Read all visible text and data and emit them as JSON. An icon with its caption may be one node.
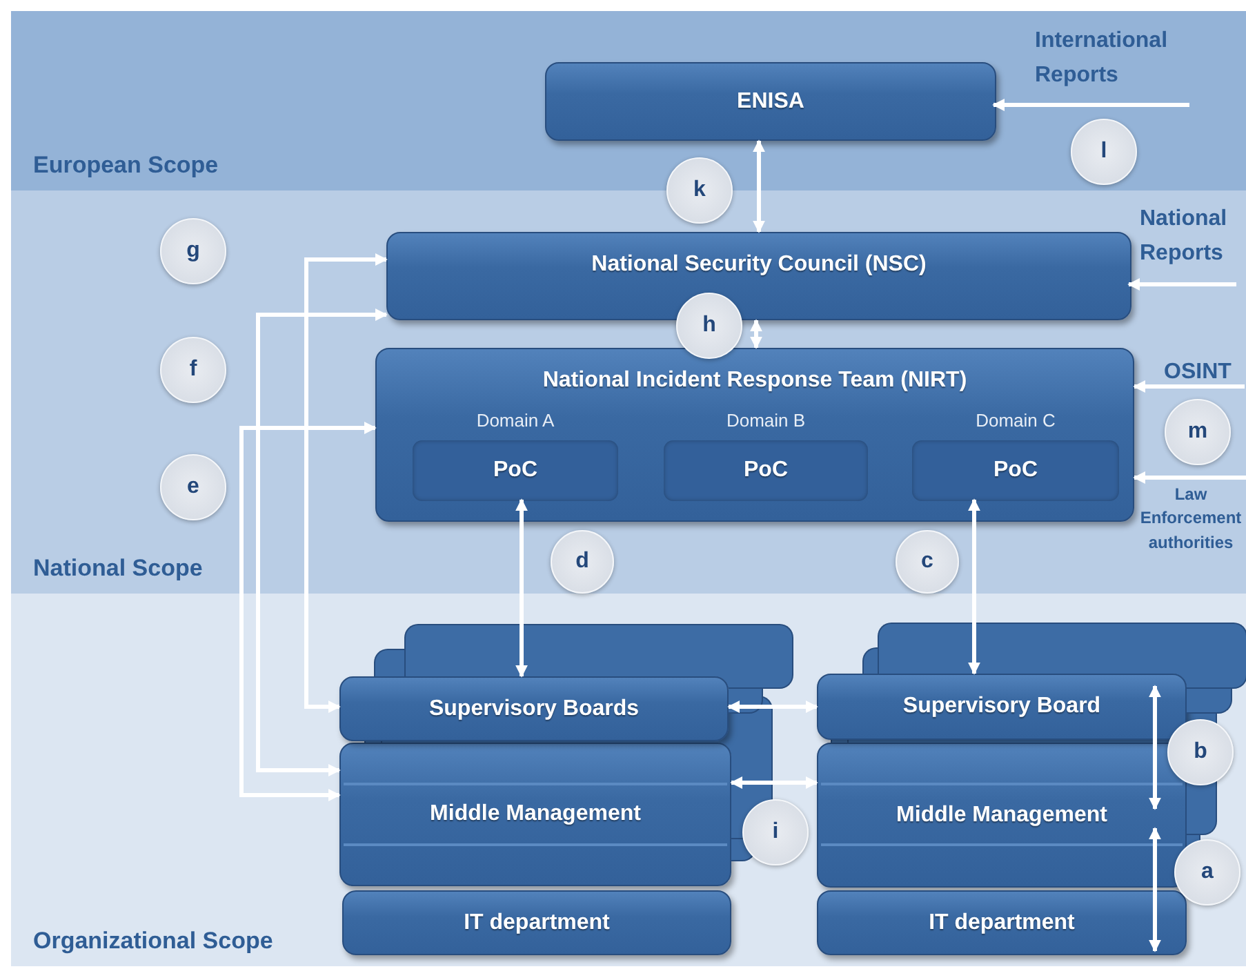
{
  "diagram": {
    "nodes": [
      {
        "text": [
          "European Scope"
        ]
      },
      {
        "text": [
          "ENISA"
        ],
        "in": 0
      },
      {
        "text": [
          "International Reports"
        ],
        "in": 0
      },
      {
        "text": [
          "l"
        ],
        "in": 0
      },
      {
        "text": [
          "k"
        ]
      },
      {
        "text": [
          "National Scope"
        ]
      },
      {
        "text": [
          "g"
        ],
        "in": 5
      },
      {
        "text": [
          "National Security Council (NSC)"
        ],
        "in": 5
      },
      {
        "text": [
          "National Reports"
        ],
        "in": 5
      },
      {
        "text": [
          "h"
        ],
        "in": 5
      },
      {
        "text": [
          "f"
        ],
        "in": 5
      },
      {
        "text": [
          "National Incident Response Team (NIRT)"
        ],
        "in": 5
      },
      {
        "text": [
          "OSINT"
        ],
        "in": 5
      },
      {
        "text": [
          "e"
        ],
        "in": 5
      },
      {
        "text": [
          "Domain A",
          "PoC"
        ],
        "in": 11
      },
      {
        "text": [
          "Domain B",
          "PoC"
        ],
        "in": 11
      },
      {
        "text": [
          "Domain C",
          "PoC"
        ],
        "in": 11
      },
      {
        "text": [
          "m"
        ],
        "in": 5
      },
      {
        "text": [
          "Law Enforcement authorities"
        ],
        "in": 5
      },
      {
        "text": [
          "d"
        ],
        "in": 5
      },
      {
        "text": [
          "c"
        ],
        "in": 5
      },
      {
        "text": [
          "Organizational Scope"
        ]
      },
      {
        "text": [
          "Supervisory Boards"
        ],
        "in": 21
      },
      {
        "text": [
          "Supervisory Board"
        ],
        "in": 21
      },
      {
        "text": [
          "b"
        ],
        "in": 21
      },
      {
        "text": [
          "Middle Management"
        ],
        "in": 21
      },
      {
        "text": [
          "Middle Management"
        ],
        "in": 21
      },
      {
        "text": [
          "i"
        ],
        "in": 21
      },
      {
        "text": [
          "a"
        ],
        "in": 21
      },
      {
        "text": [
          "IT department"
        ],
        "in": 21
      },
      {
        "text": [
          "IT department"
        ],
        "in": 21
      }
    ],
    "edges": [
      {
        "from": 2,
        "to": 1,
        "arrow": "to"
      },
      {
        "from": 1,
        "to": 7,
        "arrow": "both"
      },
      {
        "from": 7,
        "to": 11,
        "arrow": "both"
      },
      {
        "from": 8,
        "to": 7,
        "arrow": "to"
      },
      {
        "from": 12,
        "to": 11,
        "arrow": "to"
      },
      {
        "from": 18,
        "to": 11,
        "arrow": "to"
      },
      {
        "from": 7,
        "to": 22,
        "arrow": "both"
      },
      {
        "from": 7,
        "to": 25,
        "arrow": "both"
      },
      {
        "from": 11,
        "to": 25,
        "arrow": "both"
      },
      {
        "from": 14,
        "to": 22,
        "arrow": "both"
      },
      {
        "from": 16,
        "to": 23,
        "arrow": "both"
      },
      {
        "from": 22,
        "to": 23,
        "arrow": "both"
      },
      {
        "from": 25,
        "to": 26,
        "arrow": "both"
      },
      {
        "from": 23,
        "to": 26,
        "arrow": "both"
      },
      {
        "from": 26,
        "to": 30,
        "arrow": "both"
      }
    ]
  }
}
